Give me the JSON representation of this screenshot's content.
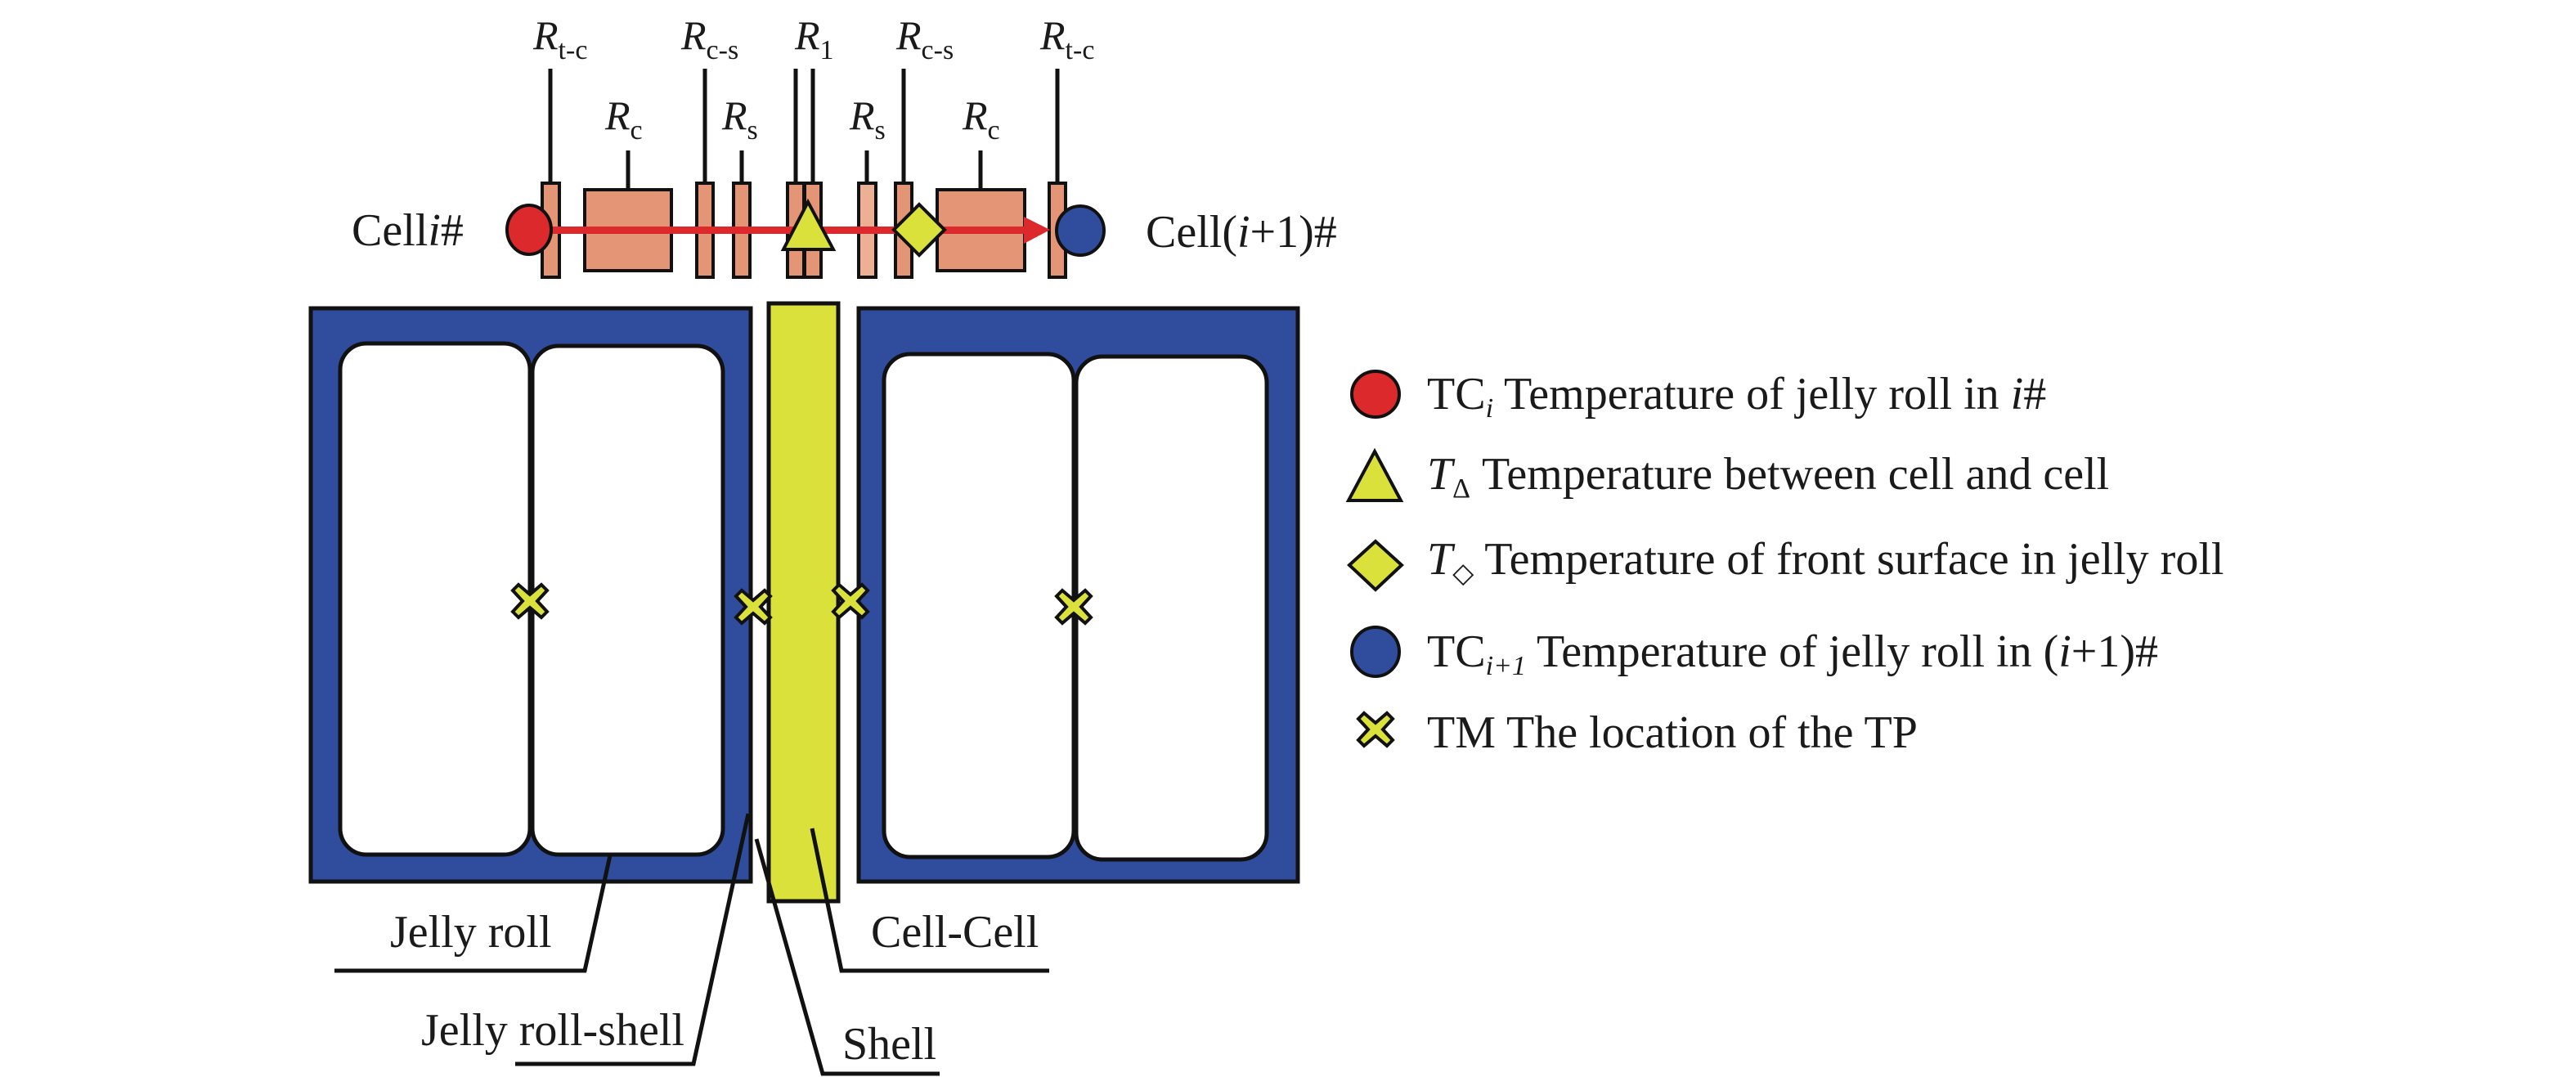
{
  "colors": {
    "cell_casing": "#304C9C",
    "resistor": "#E39575",
    "resistor_light": "#ECB195",
    "shell_cell_cell": "#D9E13A",
    "heat_flow_arrow": "#DC2A2C",
    "tc_i_marker": "#DC2A2C",
    "tc_i1_marker": "#304C9C",
    "yellow_marker": "#D9E13A",
    "outline": "#111111"
  },
  "thermal_network": {
    "left_cell_label": {
      "prefix": "Cell",
      "index": "i",
      "suffix": "#"
    },
    "right_cell_label": {
      "prefix": "Cell(",
      "index": "i",
      "mid": "+1)",
      "suffix": "#"
    },
    "resistors": [
      {
        "symbol": "R",
        "sub": "t-c",
        "row": "top"
      },
      {
        "symbol": "R",
        "sub": "c",
        "row": "bottom"
      },
      {
        "symbol": "R",
        "sub": "c-s",
        "row": "top"
      },
      {
        "symbol": "R",
        "sub": "s",
        "row": "bottom"
      },
      {
        "symbol": "R",
        "sub": "1",
        "row": "top"
      },
      {
        "symbol": "R",
        "sub": "s",
        "row": "bottom"
      },
      {
        "symbol": "R",
        "sub": "c-s",
        "row": "top"
      },
      {
        "symbol": "R",
        "sub": "c",
        "row": "bottom"
      },
      {
        "symbol": "R",
        "sub": "t-c",
        "row": "top"
      }
    ]
  },
  "callouts": {
    "jelly_roll": "Jelly roll",
    "jelly_roll_shell": "Jelly roll-shell",
    "shell": "Shell",
    "cell_cell": "Cell-Cell"
  },
  "legend": [
    {
      "marker": "red-circle",
      "symbol": "TC",
      "symbol_italic": false,
      "sub": "i",
      "sub_italic": true,
      "text": " Temperature of jelly roll in ",
      "tail": "i",
      "tail_after": "#"
    },
    {
      "marker": "yellow-triangle",
      "symbol": "T",
      "symbol_italic": true,
      "sub": "Δ",
      "sub_italic": false,
      "text": " Temperature between cell and cell",
      "tail": "",
      "tail_after": ""
    },
    {
      "marker": "yellow-diamond",
      "symbol": "T",
      "symbol_italic": true,
      "sub": "◇",
      "sub_italic": false,
      "text": " Temperature of front surface in jelly roll",
      "tail": "",
      "tail_after": ""
    },
    {
      "marker": "blue-circle",
      "symbol": "TC",
      "symbol_italic": false,
      "sub": "i+1",
      "sub_italic": true,
      "text": " Temperature of  jelly roll in (",
      "tail": "i",
      "tail_after": "+1)#"
    },
    {
      "marker": "yellow-cross",
      "symbol": "TM",
      "symbol_italic": false,
      "sub": "",
      "sub_italic": false,
      "text": " The location of the TP",
      "tail": "",
      "tail_after": ""
    }
  ]
}
